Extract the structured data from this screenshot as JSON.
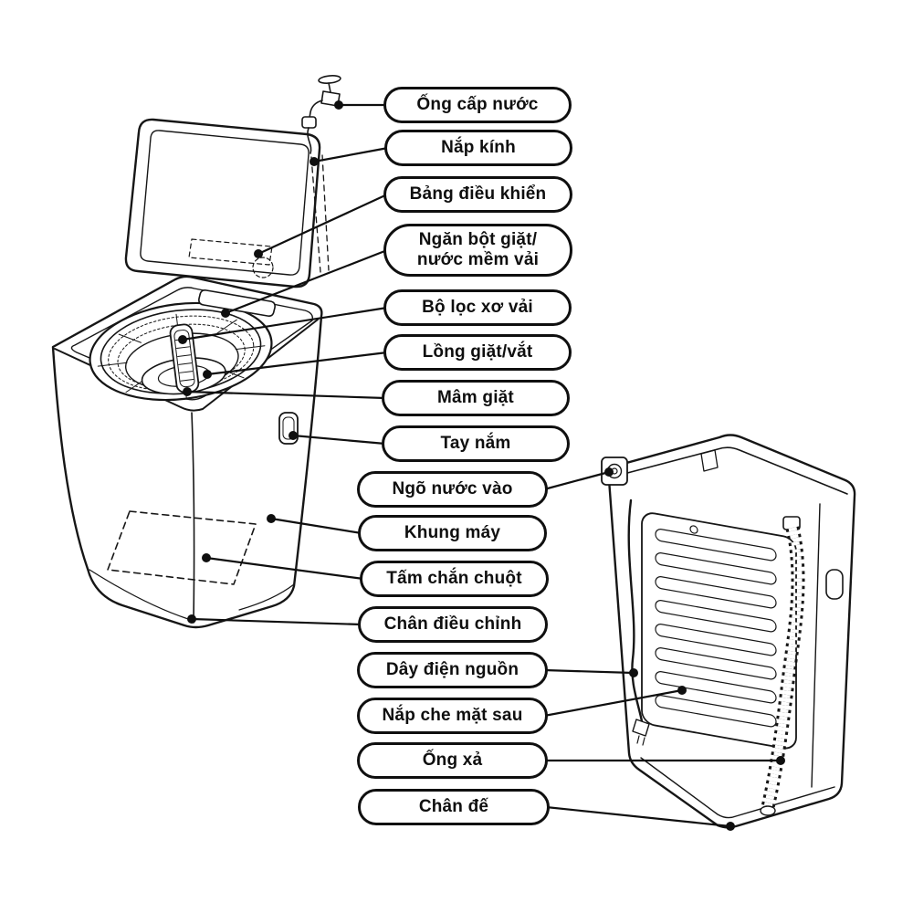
{
  "colors": {
    "ink": "#0f0f0f",
    "background": "#ffffff"
  },
  "labels": [
    {
      "text": "Ống cấp nước"
    },
    {
      "text": "Nắp kính"
    },
    {
      "text": "Bảng điều khiển"
    },
    {
      "text": "Ngăn bột giặt/\nnước mềm vải"
    },
    {
      "text": "Bộ lọc xơ vải"
    },
    {
      "text": "Lồng giặt/vắt"
    },
    {
      "text": "Mâm giặt"
    },
    {
      "text": "Tay nắm"
    },
    {
      "text": "Ngõ nước vào"
    },
    {
      "text": "Khung máy"
    },
    {
      "text": "Tấm chắn chuột"
    },
    {
      "text": "Chân điều chỉnh"
    },
    {
      "text": "Dây điện nguồn"
    },
    {
      "text": "Nắp che mặt sau"
    },
    {
      "text": "Ống xả"
    },
    {
      "text": "Chân đế"
    }
  ]
}
